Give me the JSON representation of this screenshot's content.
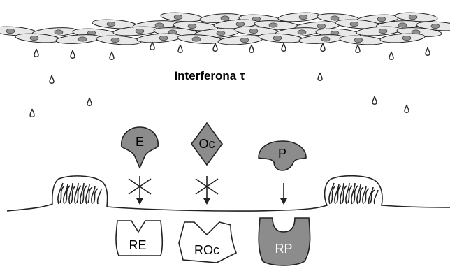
{
  "title": "Interferona τ",
  "hormones": [
    {
      "label": "E",
      "fill": "#8c8c8c"
    },
    {
      "label": "Oc",
      "fill": "#8c8c8c"
    },
    {
      "label": "P",
      "fill": "#8c8c8c"
    }
  ],
  "receptors": [
    {
      "label": "RE",
      "fill": "#ffffff",
      "blocked": true
    },
    {
      "label": "ROc",
      "fill": "#ffffff",
      "blocked": true
    },
    {
      "label": "RP",
      "fill": "#8c8c8c",
      "blocked": false
    }
  ]
}
